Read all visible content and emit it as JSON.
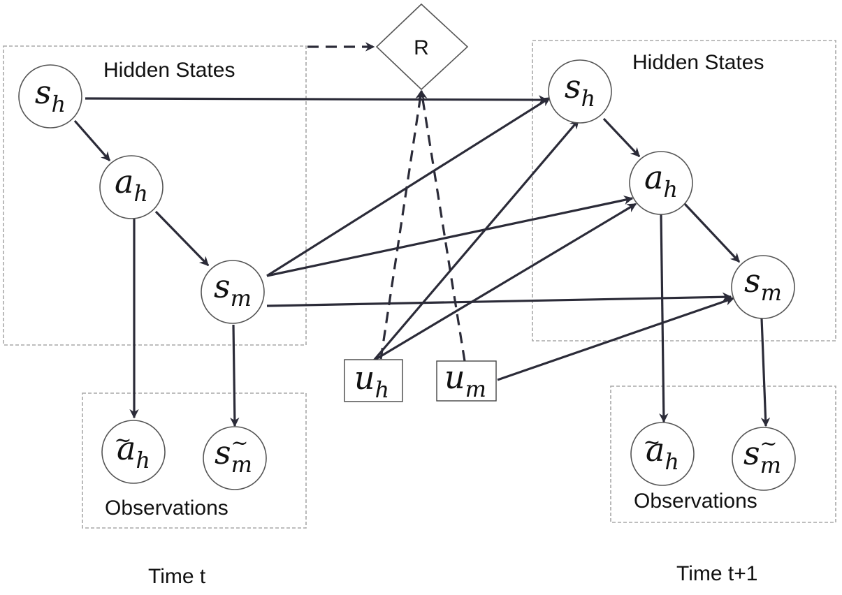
{
  "labels": {
    "hidden_states_left": "Hidden States",
    "hidden_states_right": "Hidden States",
    "observations_left": "Observations",
    "observations_right": "Observations",
    "time_left": "Time t",
    "time_right": "Time t+1",
    "reward": "R"
  },
  "symbols": {
    "s": "s",
    "a": "a",
    "u": "u",
    "sub_h": "h",
    "sub_m": "m",
    "tilde": "~"
  },
  "colors": {
    "edge": "#2b2b38",
    "box_border": "#a8a8a8",
    "node_border": "#555555"
  }
}
